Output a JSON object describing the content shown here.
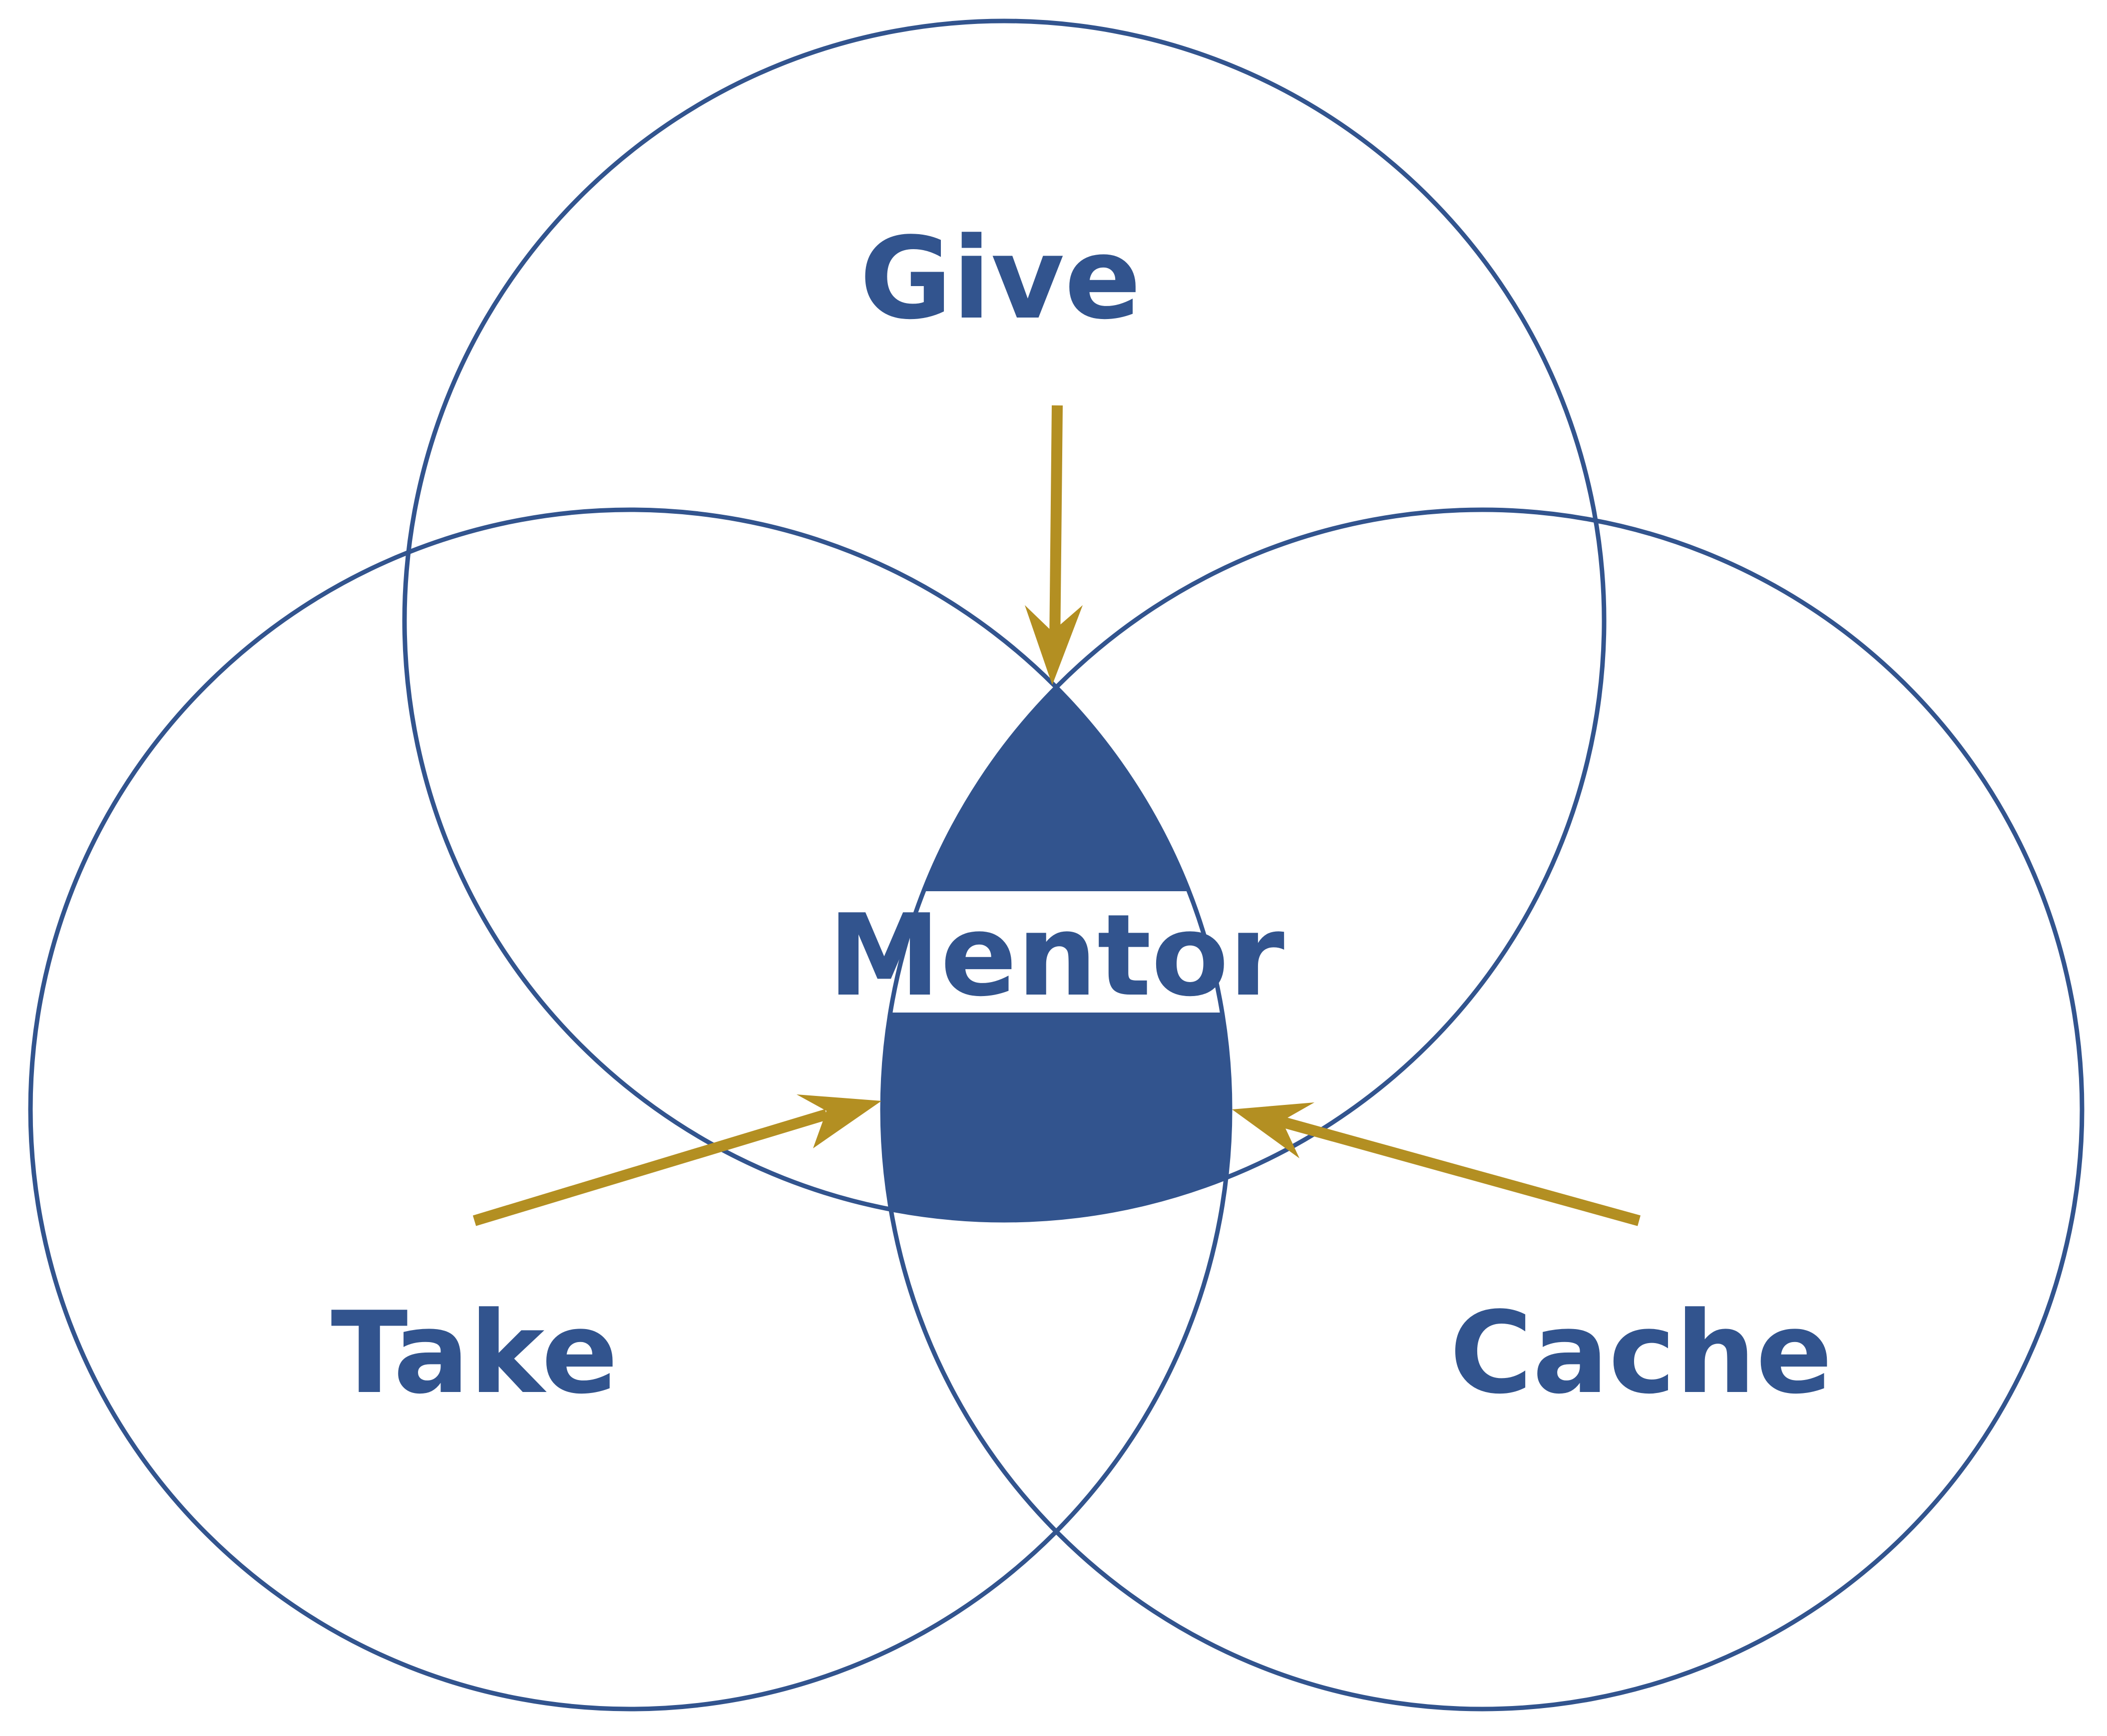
{
  "colors": {
    "circle_stroke": "#32548e",
    "center_fill": "#32548e",
    "label_color": "#32548e",
    "arrow_color": "#b38f22",
    "background": "#ffffff"
  },
  "labels": {
    "give": "Give",
    "take": "Take",
    "cache": "Cache",
    "center": "Mentor"
  },
  "arrows": [
    {
      "name": "give-arrow",
      "points_to": "center"
    },
    {
      "name": "take-arrow",
      "points_to": "center"
    },
    {
      "name": "cache-arrow",
      "points_to": "center"
    }
  ]
}
